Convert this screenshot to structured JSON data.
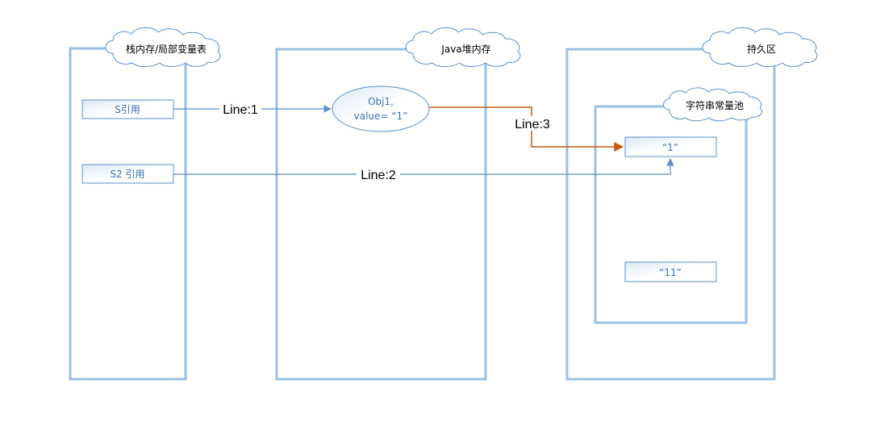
{
  "regions": {
    "stack": {
      "title": "栈内存/局部变量表"
    },
    "heap": {
      "title": "Java堆内存"
    },
    "perm": {
      "title": "持久区"
    },
    "pool": {
      "title": "字符串常量池"
    }
  },
  "stack_refs": [
    {
      "label": "S引用"
    },
    {
      "label": "S2 引用"
    }
  ],
  "heap_object": {
    "line1": "Obj1,",
    "line2": "value= “1”"
  },
  "pool_items": [
    {
      "label": "“1”"
    },
    {
      "label": "“11”"
    }
  ],
  "links": [
    {
      "label": "Line:1",
      "color": "#5b8fc9"
    },
    {
      "label": "Line:2",
      "color": "#5b8fc9"
    },
    {
      "label": "Line:3",
      "color": "#c55a11"
    }
  ]
}
